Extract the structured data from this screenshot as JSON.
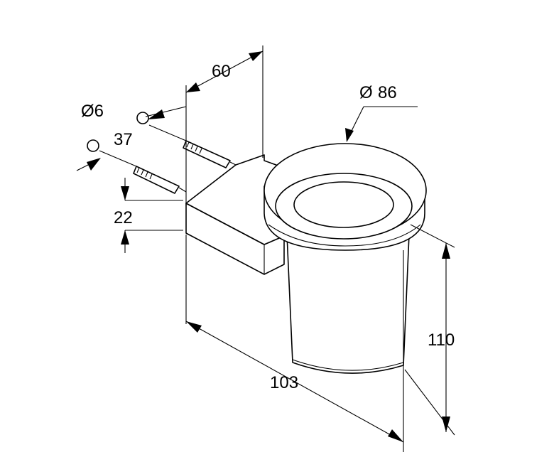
{
  "dimensions": {
    "hole_diameter": "Ø6",
    "depth": "37",
    "projection": "60",
    "cup_diameter_symbol": "Ø",
    "cup_diameter_value": "86",
    "plate_height": "22",
    "height": "110",
    "width": "103"
  }
}
